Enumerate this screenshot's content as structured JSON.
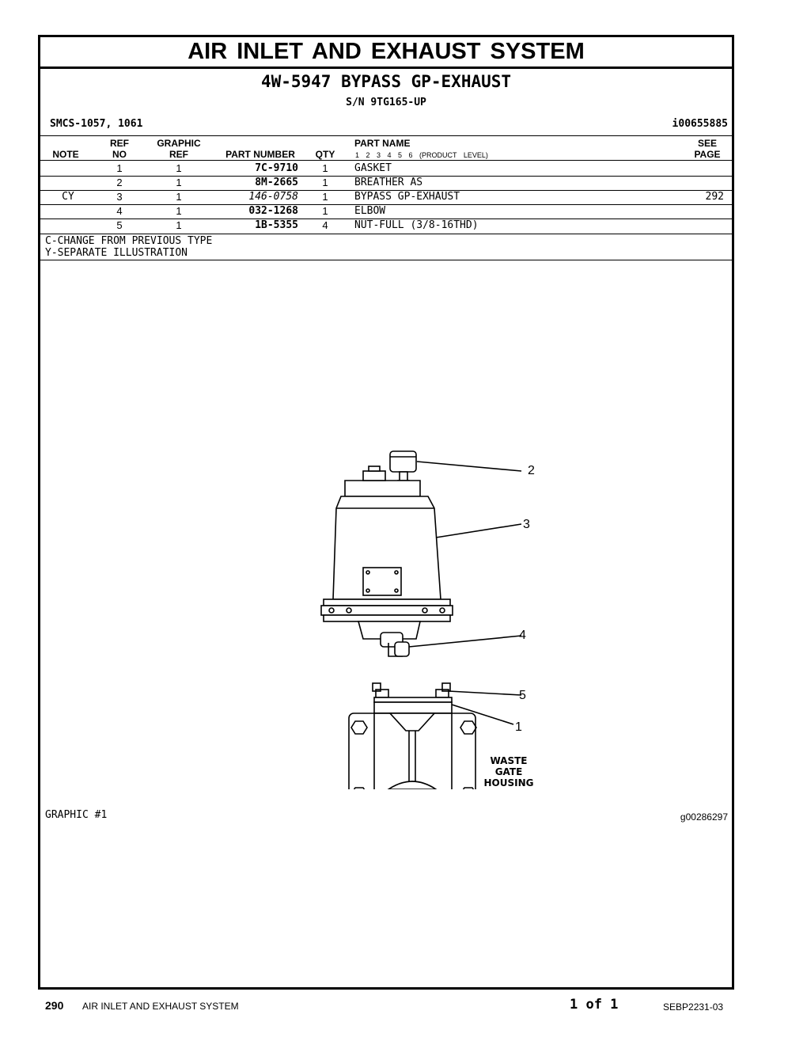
{
  "page": {
    "title": "AIR INLET AND EXHAUST SYSTEM",
    "subtitle": "4W-5947 BYPASS GP-EXHAUST",
    "serial": "S/N 9TG165-UP",
    "smcs": "SMCS-1057, 1061",
    "illustration_id": "i00655885"
  },
  "table": {
    "headers": {
      "note": "NOTE",
      "ref_no": [
        "REF",
        "NO"
      ],
      "graphic_ref": [
        "GRAPHIC",
        "REF"
      ],
      "part_number": "PART NUMBER",
      "qty": "QTY",
      "part_name": "PART NAME",
      "product_level": "1   2   3   4   5   6   (PRODUCT LEVEL)",
      "see_page": [
        "SEE",
        "PAGE"
      ]
    },
    "rows": [
      {
        "note": "",
        "ref": "1",
        "gref": "1",
        "pn": "7C-9710",
        "qty": "1",
        "name": "GASKET",
        "see": ""
      },
      {
        "note": "",
        "ref": "2",
        "gref": "1",
        "pn": "8M-2665",
        "qty": "1",
        "name": "BREATHER AS",
        "see": ""
      },
      {
        "note": "CY",
        "ref": "3",
        "gref": "1",
        "pn": "146-0758",
        "qty": "1",
        "name": "BYPASS GP-EXHAUST",
        "see": "292"
      },
      {
        "note": "",
        "ref": "4",
        "gref": "1",
        "pn": "032-1268",
        "qty": "1",
        "name": "ELBOW",
        "see": ""
      },
      {
        "note": "",
        "ref": "5",
        "gref": "1",
        "pn": "1B-5355",
        "qty": "4",
        "name": "NUT-FULL (3/8-16THD)",
        "see": ""
      }
    ]
  },
  "notes": [
    "C-CHANGE FROM PREVIOUS TYPE",
    "Y-SEPARATE ILLUSTRATION"
  ],
  "graphic": {
    "label": "GRAPHIC #1",
    "id": "g00286297",
    "callouts": [
      "2",
      "3",
      "4",
      "5",
      "1"
    ],
    "housing_label": [
      "WASTE",
      "GATE",
      "HOUSING"
    ]
  },
  "footer": {
    "page_number": "290",
    "section": "AIR INLET AND EXHAUST SYSTEM",
    "page_of": "1 of 1",
    "doc_number": "SEBP2231-03"
  }
}
